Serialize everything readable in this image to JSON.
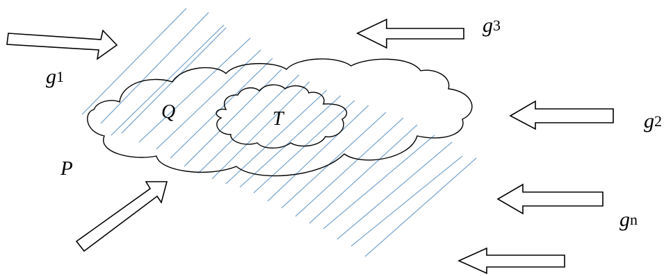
{
  "labels": {
    "g1": {
      "base": "g",
      "sub": "1"
    },
    "g2": {
      "base": "g",
      "sub": "2"
    },
    "g3": {
      "base": "g",
      "sub": "3"
    },
    "gn": {
      "base": "g",
      "sub": "n"
    },
    "P": "P",
    "Q": "Q",
    "T": "T"
  },
  "colors": {
    "hatch": "#7fa9cf",
    "outline": "#000000",
    "background": "#ffffff"
  },
  "icons": [
    "arrow-right-icon",
    "arrow-left-icon",
    "arrow-up-right-icon"
  ]
}
